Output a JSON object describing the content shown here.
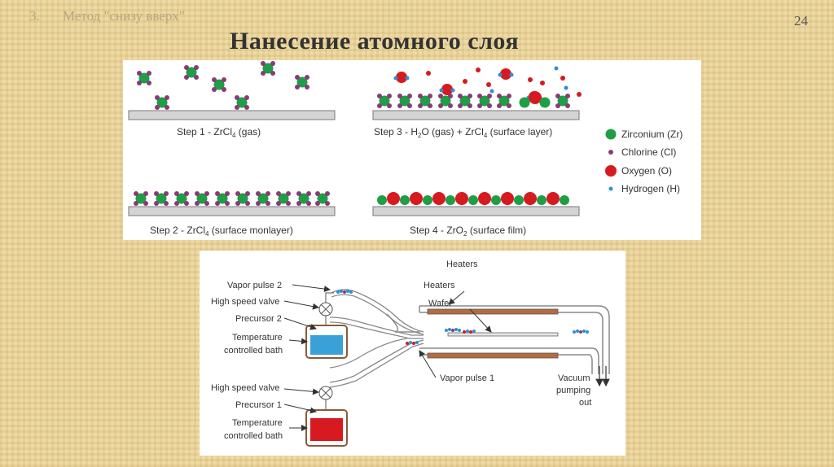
{
  "slide": {
    "section_number": "3.",
    "section_title": "Метод \"снизу вверх\"",
    "page_number": "24",
    "title": "Нанесение атомного слоя"
  },
  "steps_figure": {
    "step1": {
      "text": "Step 1 - ZrCl",
      "sub": "4",
      "tail": " (gas)"
    },
    "step2": {
      "text": "Step 2 - ZrCl",
      "sub": "4",
      "tail": " (surface monlayer)"
    },
    "step3": {
      "text": "Step 3 - H",
      "sub": "2",
      "mid": "O (gas) + ZrCl",
      "sub2": "4",
      "tail": " (surface layer)"
    },
    "step4": {
      "text": "Step 4 - ZrO",
      "sub": "2",
      "tail": " (surface film)"
    },
    "legend": [
      {
        "label": "Zirconium (Zr)",
        "color": "#1e9e45"
      },
      {
        "label": "Chlorine (Cl)",
        "color": "#8a3a78"
      },
      {
        "label": "Oxygen (O)",
        "color": "#d71920"
      },
      {
        "label": "Hydrogen (H)",
        "color": "#2e8fd0"
      }
    ]
  },
  "reactor_figure": {
    "heaters_top": "Heaters",
    "heaters": "Heaters",
    "wafer": "Wafer",
    "vapor_pulse_2": "Vapor pulse 2",
    "high_speed_valve_2": "High speed valve",
    "precursor_2": "Precursor 2",
    "temp_bath_2_line1": "Temperature",
    "temp_bath_2_line2": "controlled bath",
    "high_speed_valve_1": "High speed valve",
    "precursor_1": "Precursor 1",
    "temp_bath_1_line1": "Temperature",
    "temp_bath_1_line2": "controlled bath",
    "vapor_pulse_1": "Vapor pulse 1",
    "vacuum_line1": "Vacuum",
    "vacuum_line2": "pumping",
    "vacuum_line3": "out",
    "colors": {
      "precursor_2_liquid": "#3aa0d8",
      "precursor_1_liquid": "#d71920",
      "heater": "#b86a3f"
    }
  }
}
